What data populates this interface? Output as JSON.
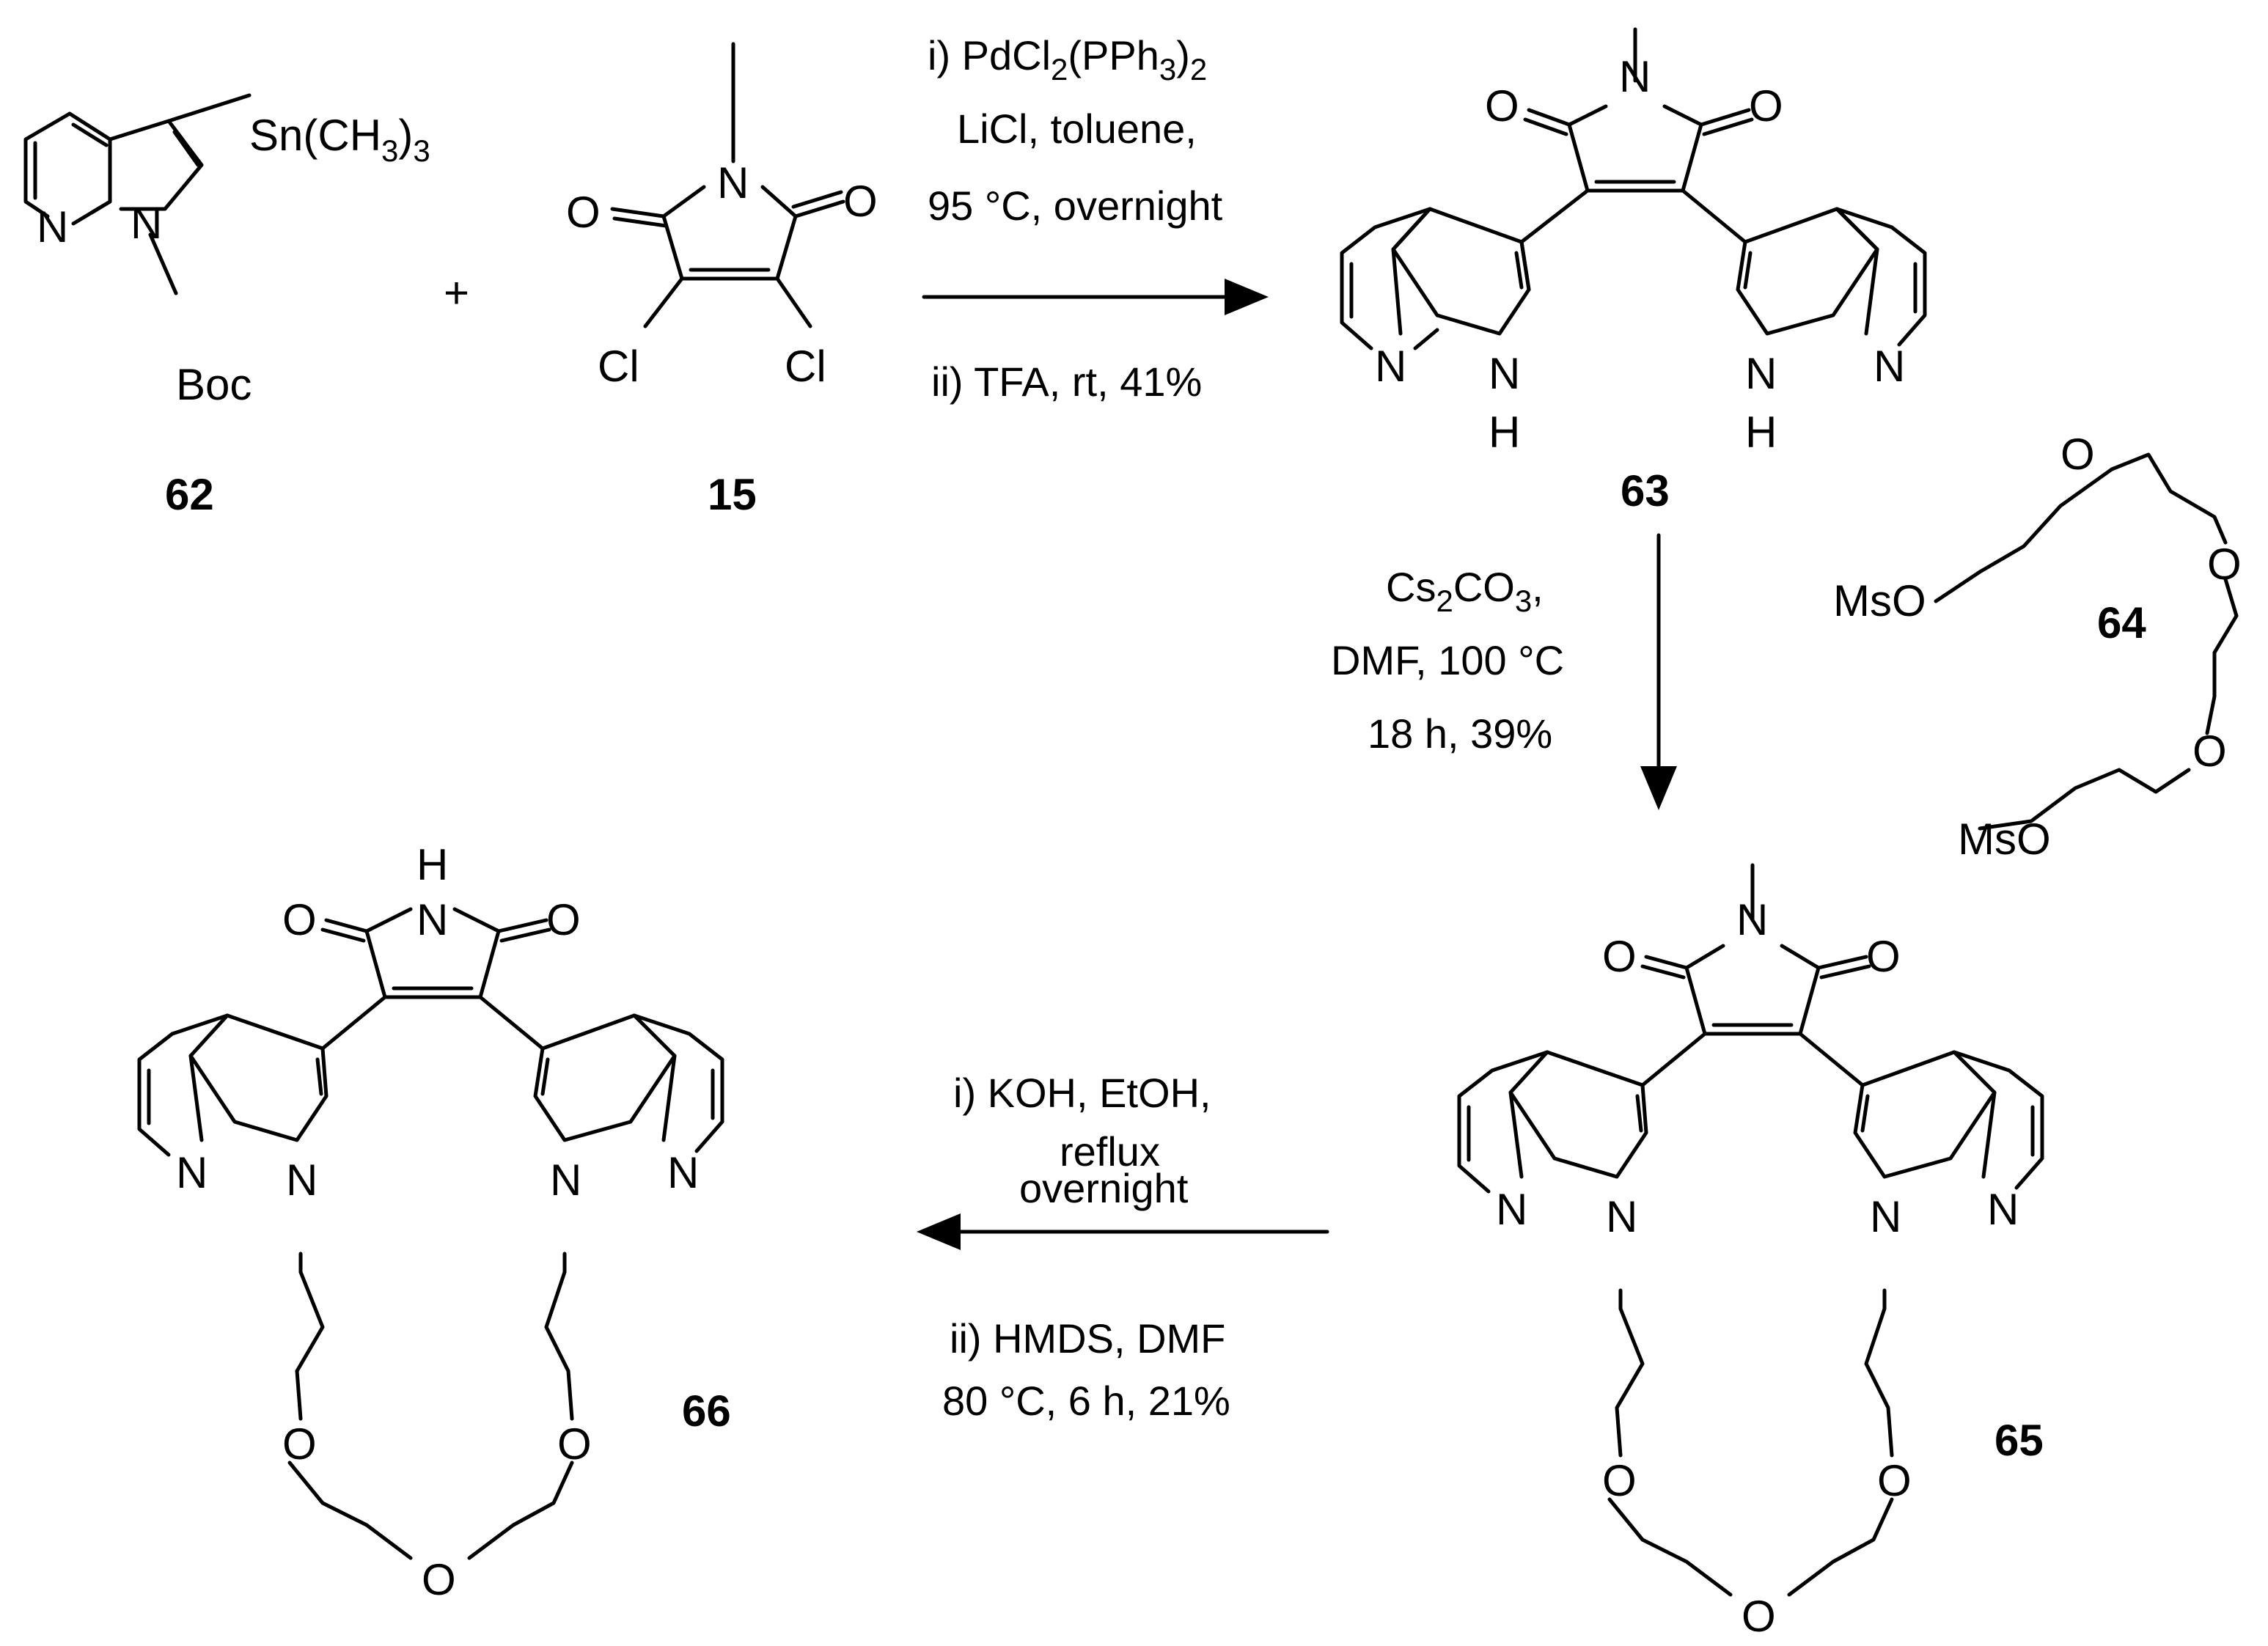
{
  "atoms": {
    "N": "N",
    "O": "O",
    "Cl": "Cl",
    "H": "H",
    "Boc": "Boc",
    "Ms": "Ms",
    "MsO": "MsO",
    "Sn_group": "Sn(CH",
    "Sn_sub": "3",
    "Sn_close": ")",
    "Sn_sub2": "3"
  },
  "plus": "+",
  "compounds": {
    "c62": "62",
    "c15": "15",
    "c63": "63",
    "c64": "64",
    "c65": "65",
    "c66": "66"
  },
  "step1": {
    "line1a": "i) PdCl",
    "line1b": "2",
    "line1c": "(PPh",
    "line1d": "3",
    "line1e": ")",
    "line1f": "2",
    "line2": "LiCl, toluene,",
    "line3": "95 °C, overnight",
    "line4": "ii) TFA, rt, 41%"
  },
  "step2": {
    "line1a": "Cs",
    "line1b": "2",
    "line1c": "CO",
    "line1d": "3",
    "line1e": ",",
    "line2": "DMF, 100 °C",
    "line3": "18 h, 39%"
  },
  "step3": {
    "line1": "i) KOH, EtOH,",
    "line2": "reflux",
    "line3": "overnight",
    "line4": "ii) HMDS, DMF",
    "line5": "80 °C, 6 h, 21%"
  }
}
